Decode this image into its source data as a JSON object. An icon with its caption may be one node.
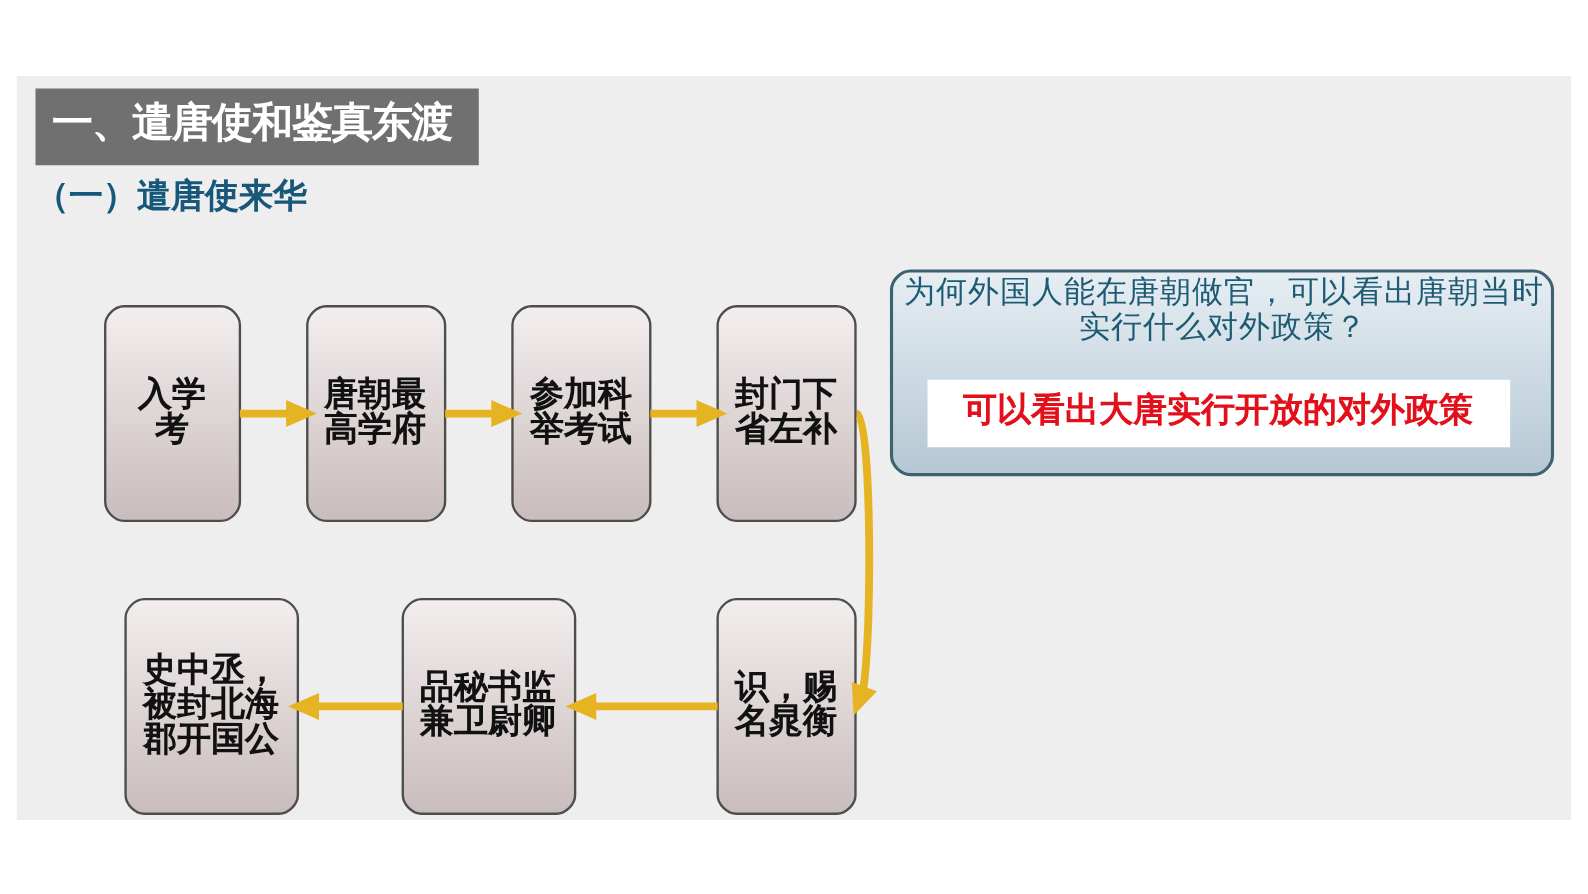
{
  "diagram": {
    "title": "一、遣唐使和鉴真东渡",
    "nodes": [
      {
        "text": [
          "入学考"
        ]
      },
      {
        "text": [
          "唐朝最高学府"
        ]
      },
      {
        "text": [
          "参加科举考试"
        ]
      },
      {
        "text": [
          "封门下省左补"
        ]
      },
      {
        "text": [
          "为何外国人能在唐朝做官，可以看出唐朝当时实行什么对外政策？"
        ]
      },
      {
        "text": [
          "可以看出大唐实行开放的对外政策"
        ],
        "in": 4
      },
      {
        "text": [
          "史中丞，被封北海郡开国公"
        ]
      },
      {
        "text": [
          "品秘书监兼卫尉卿"
        ]
      },
      {
        "text": [
          "识，赐名晁衡"
        ]
      }
    ],
    "edges": [
      {
        "from": 0,
        "to": 1,
        "arrow": "to"
      },
      {
        "from": 1,
        "to": 2,
        "arrow": "to"
      },
      {
        "from": 2,
        "to": 3,
        "arrow": "to"
      },
      {
        "from": 3,
        "to": 8,
        "arrow": "to"
      },
      {
        "from": 8,
        "to": 7,
        "arrow": "to"
      },
      {
        "from": 7,
        "to": 6,
        "arrow": "to"
      }
    ],
    "labels": [
      "（一）遣唐使来华"
    ]
  }
}
